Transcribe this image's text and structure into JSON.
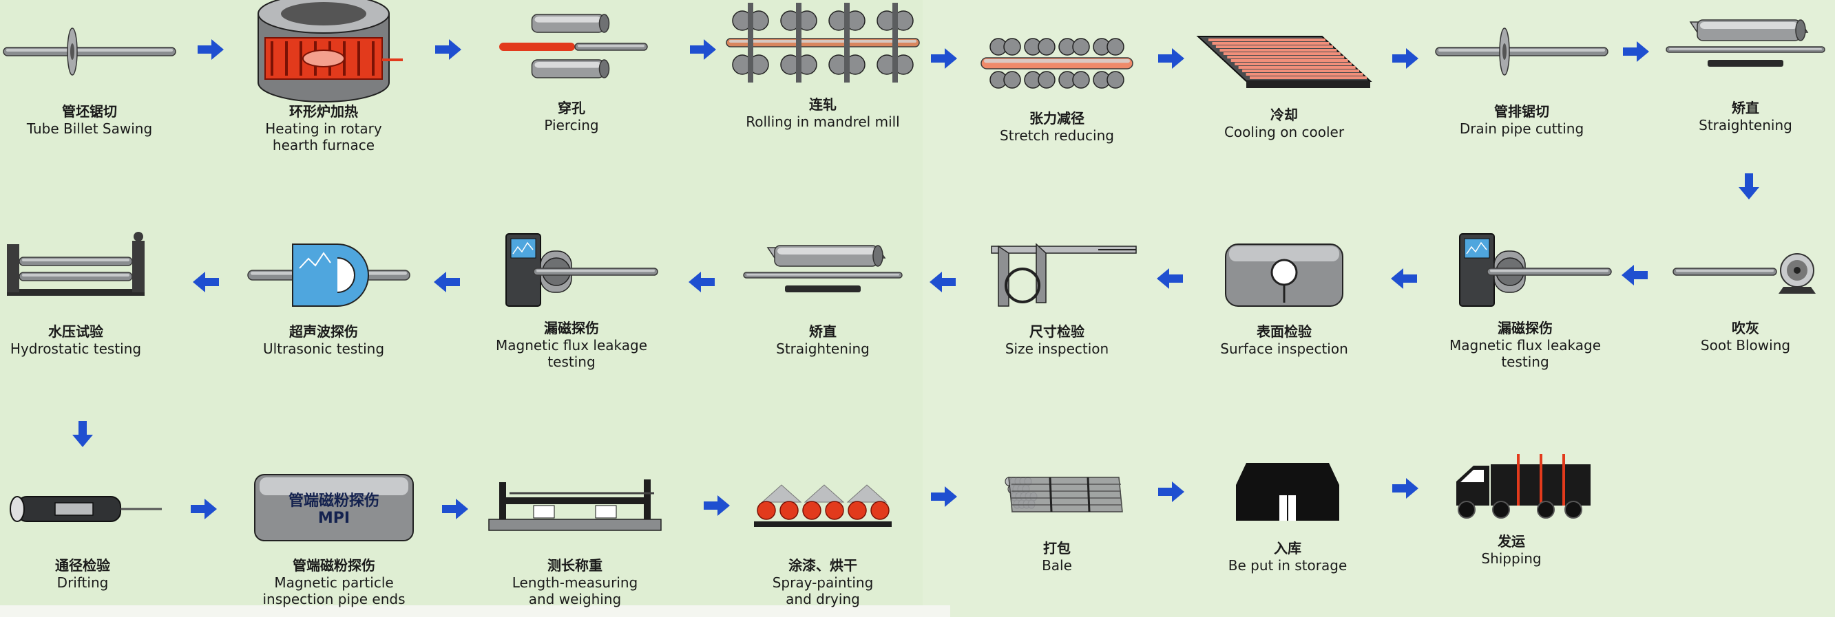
{
  "colors": {
    "background": "#dfeed3",
    "arrow": "#1f4fd0",
    "metal": "#8a8d90",
    "dark": "#1b1b1b",
    "hot": "#e23a1c",
    "screen": "#4fa6de"
  },
  "steps": [
    {
      "id": "s1",
      "zh": "管坯锯切",
      "en": "Tube Billet Sawing",
      "icon": "saw-disc-icon"
    },
    {
      "id": "s2",
      "zh": "环形炉加热",
      "en": "Heating in rotary\nhearth furnace",
      "icon": "rotary-furnace-icon"
    },
    {
      "id": "s3",
      "zh": "穿孔",
      "en": "Piercing",
      "icon": "piercing-rolls-icon"
    },
    {
      "id": "s4",
      "zh": "连轧",
      "en": "Rolling in mandrel mill",
      "icon": "mandrel-mill-icon"
    },
    {
      "id": "s5",
      "zh": "张力减径",
      "en": "Stretch reducing",
      "icon": "stretch-reducer-icon"
    },
    {
      "id": "s6",
      "zh": "冷却",
      "en": "Cooling on cooler",
      "icon": "cooling-bed-icon"
    },
    {
      "id": "s7",
      "zh": "管排锯切",
      "en": "Drain pipe cutting",
      "icon": "saw-disc-icon"
    },
    {
      "id": "s8",
      "zh": "矫直",
      "en": "Straightening",
      "icon": "straightener-icon"
    },
    {
      "id": "s9",
      "zh": "吹灰",
      "en": "Soot Blowing",
      "icon": "fan-blower-icon"
    },
    {
      "id": "s10",
      "zh": "漏磁探伤",
      "en": "Magnetic flux leakage\ntesting",
      "icon": "flux-tester-icon"
    },
    {
      "id": "s11",
      "zh": "表面检验",
      "en": "Surface inspection",
      "icon": "surface-inspection-icon"
    },
    {
      "id": "s12",
      "zh": "尺寸检验",
      "en": "Size inspection",
      "icon": "caliper-icon"
    },
    {
      "id": "s13",
      "zh": "矫直",
      "en": "Straightening",
      "icon": "straightener-icon"
    },
    {
      "id": "s14",
      "zh": "漏磁探伤",
      "en": "Magnetic flux leakage\ntesting",
      "icon": "flux-tester-icon"
    },
    {
      "id": "s15",
      "zh": "超声波探伤",
      "en": "Ultrasonic testing",
      "icon": "ultrasonic-tester-icon"
    },
    {
      "id": "s16",
      "zh": "水压试验",
      "en": "Hydrostatic testing",
      "icon": "hydrostatic-bench-icon"
    },
    {
      "id": "s17",
      "zh": "通径检验",
      "en": "Drifting",
      "icon": "drift-gauge-icon"
    },
    {
      "id": "s18",
      "zh": "管端磁粉探伤",
      "en": "Magnetic particle\ninspection pipe ends",
      "icon": "mpi-machine-icon",
      "box_text_zh": "管端磁粉探伤",
      "box_text_en": "MPI"
    },
    {
      "id": "s19",
      "zh": "测长称重",
      "en": "Length-measuring\nand weighing",
      "icon": "scale-icon"
    },
    {
      "id": "s20",
      "zh": "涂漆、烘干",
      "en": "Spray-painting\nand drying",
      "icon": "spray-dryer-icon"
    },
    {
      "id": "s21",
      "zh": "打包",
      "en": "Bale",
      "icon": "bundle-icon"
    },
    {
      "id": "s22",
      "zh": "入库",
      "en": "Be put in storage",
      "icon": "warehouse-icon"
    },
    {
      "id": "s23",
      "zh": "发运",
      "en": "Shipping",
      "icon": "truck-icon"
    }
  ]
}
